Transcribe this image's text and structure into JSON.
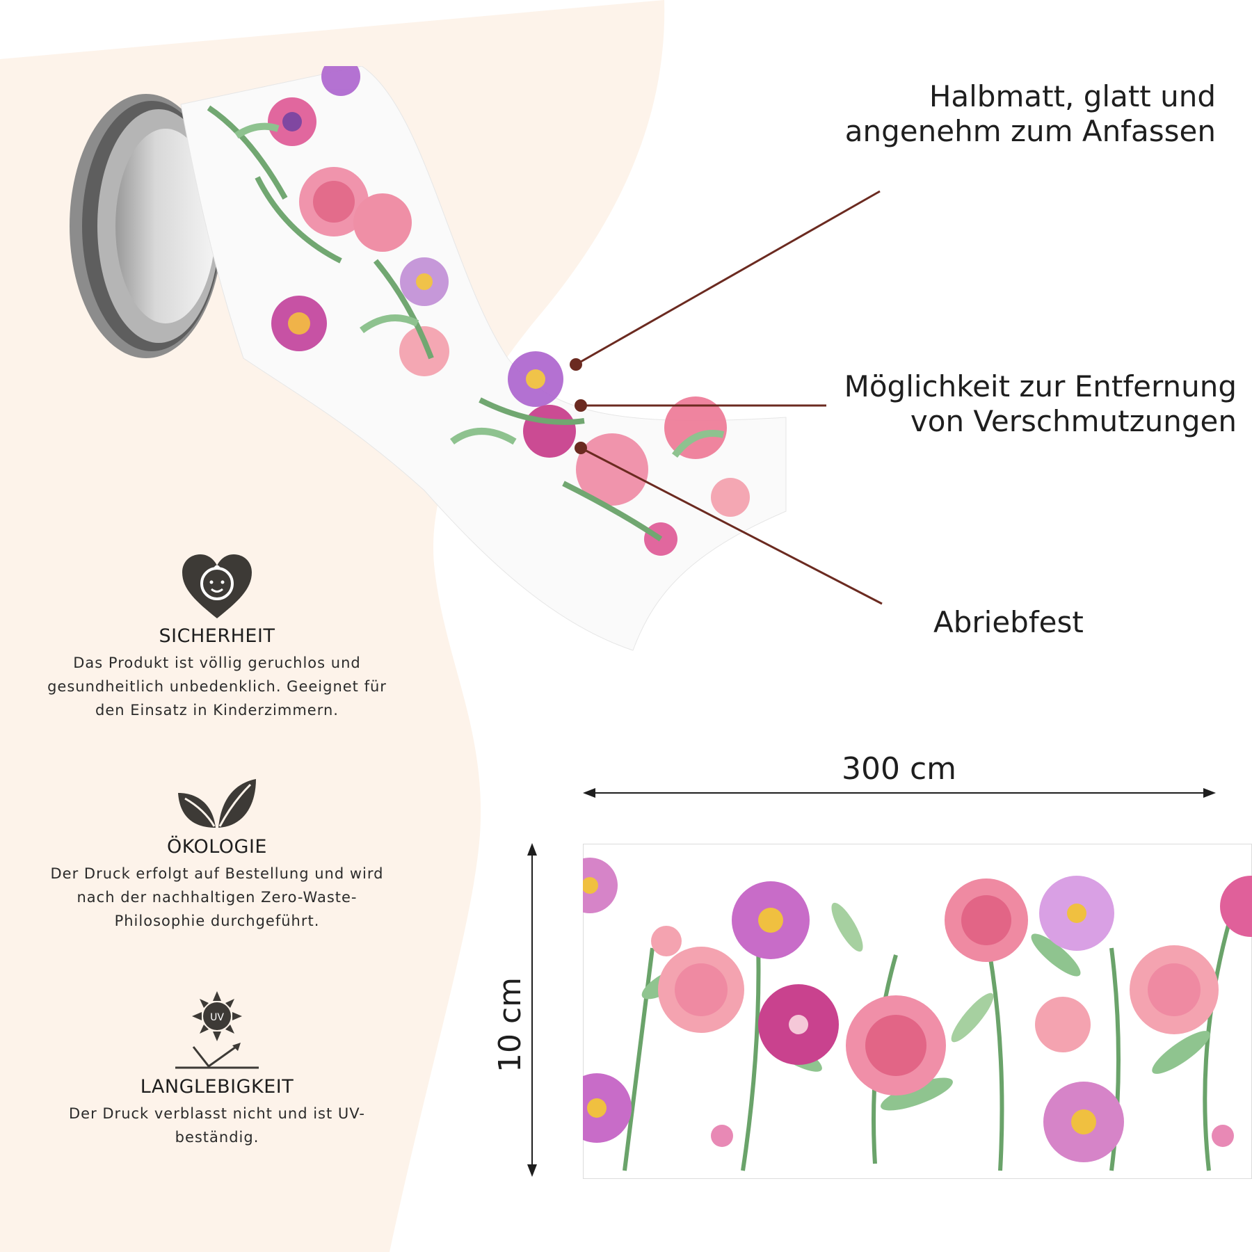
{
  "colors": {
    "background_left": "#fdf3ea",
    "accent_lines": "#6b2a20",
    "text": "#1e1e1e",
    "icon": "#3d3a36"
  },
  "callouts": [
    {
      "line1": "Halbmatt, glatt und",
      "line2": "angenehm zum Anfassen"
    },
    {
      "line1": "Möglichkeit zur Entfernung",
      "line2": "von Verschmutzungen"
    },
    {
      "line1": "Abriebfest",
      "line2": ""
    }
  ],
  "features": [
    {
      "icon": "heart-baby-icon",
      "title": "SICHERHEIT",
      "lines": [
        "Das Produkt ist völlig geruchlos und",
        "gesundheitlich unbedenklich. Geeignet für",
        "den Einsatz in Kinderzimmern."
      ]
    },
    {
      "icon": "leaves-icon",
      "title": "ÖKOLOGIE",
      "lines": [
        "Der Druck erfolgt auf Bestellung und wird",
        "nach der nachhaltigen Zero-Waste-",
        "Philosophie durchgeführt."
      ]
    },
    {
      "icon": "uv-sun-icon",
      "title": "LANGLEBIGKEIT",
      "lines": [
        "Der Druck verblasst nicht und ist UV-",
        "beständig."
      ]
    }
  ],
  "dimensions": {
    "width_label": "300 cm",
    "height_label": "10 cm",
    "uv_badge": "UV"
  }
}
